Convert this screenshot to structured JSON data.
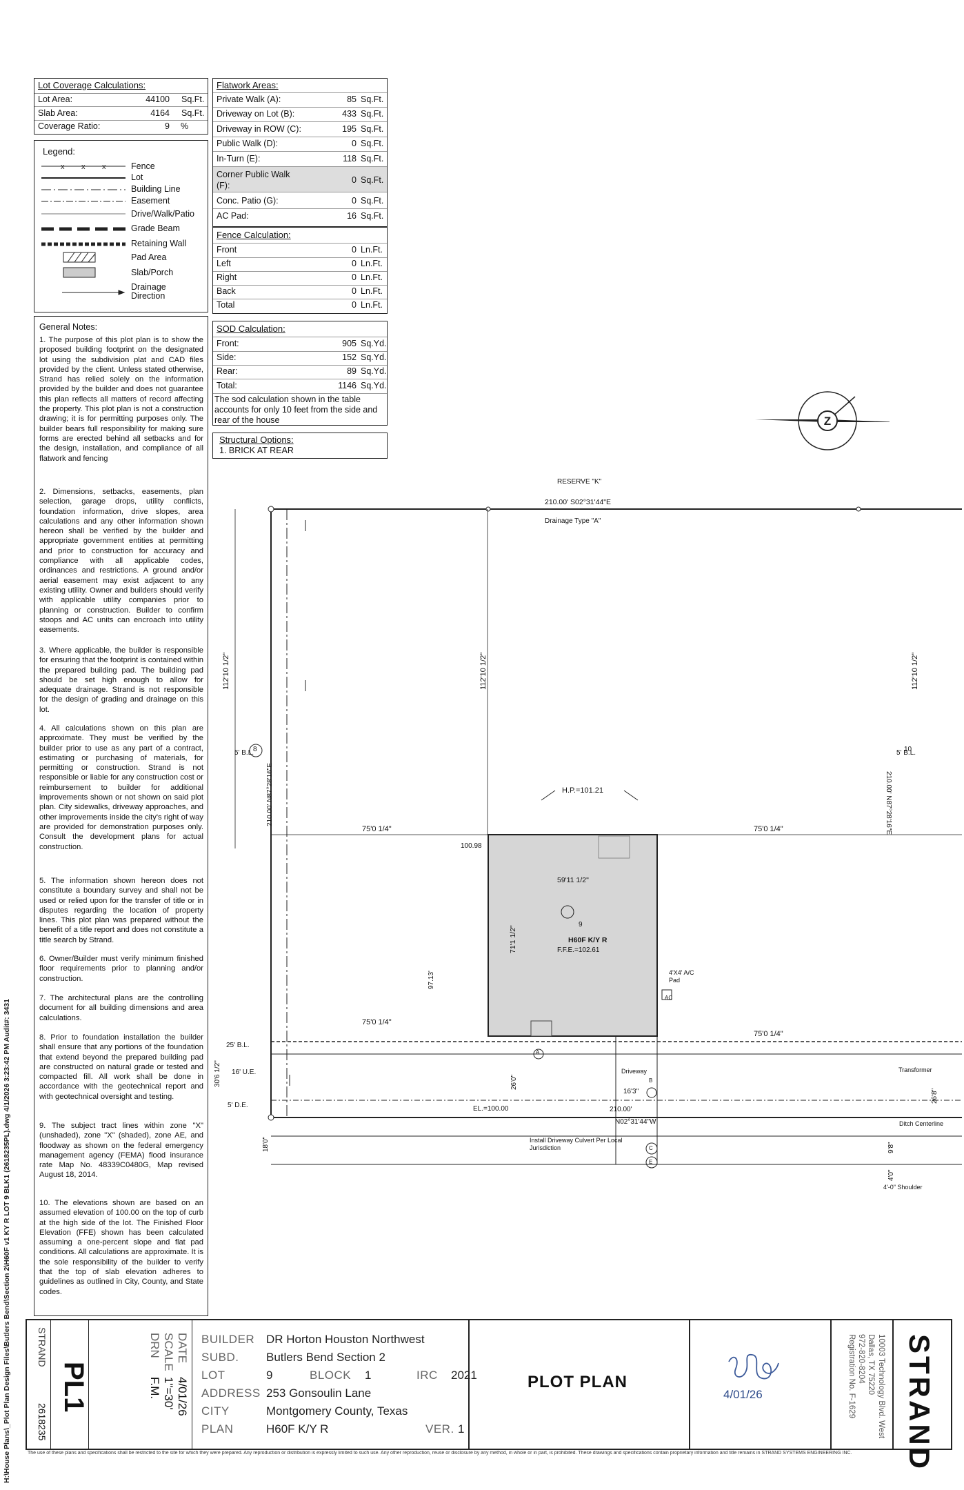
{
  "side_path": "H:\\House Plans\\_Plot Plan Design Files\\Butlers Bend\\Section 2\\H60F v1 KY R LOT 9 BLK1  (2618235PL).dwg 4/1/2026 3:23:42 PM  Audit#: 3431",
  "lot_coverage": {
    "title": "Lot Coverage Calculations:",
    "rows": [
      {
        "label": "Lot Area:",
        "value": "44100",
        "unit": "Sq.Ft."
      },
      {
        "label": "Slab Area:",
        "value": "4164",
        "unit": "Sq.Ft."
      },
      {
        "label": "Coverage Ratio:",
        "value": "9",
        "unit": "%"
      }
    ]
  },
  "flatwork": {
    "title": "Flatwork Areas:",
    "rows": [
      {
        "label": "Private Walk (A):",
        "value": "85",
        "unit": "Sq.Ft."
      },
      {
        "label": "Driveway on Lot (B):",
        "value": "433",
        "unit": "Sq.Ft."
      },
      {
        "label": "Driveway in ROW (C):",
        "value": "195",
        "unit": "Sq.Ft."
      },
      {
        "label": "Public Walk (D):",
        "value": "0",
        "unit": "Sq.Ft."
      },
      {
        "label": "In-Turn (E):",
        "value": "118",
        "unit": "Sq.Ft."
      },
      {
        "label": "Corner Public Walk (F):",
        "value": "0",
        "unit": "Sq.Ft."
      },
      {
        "label": "Conc. Patio (G):",
        "value": "0",
        "unit": "Sq.Ft."
      },
      {
        "label": "AC Pad:",
        "value": "16",
        "unit": "Sq.Ft."
      }
    ]
  },
  "legend": {
    "title": "Legend:",
    "items": [
      "Fence",
      "Lot",
      "Building Line",
      "Easement",
      "Drive/Walk/Patio",
      "Grade Beam",
      "Retaining Wall",
      "Pad Area",
      "Slab/Porch",
      "Drainage Direction"
    ]
  },
  "fence": {
    "title": "Fence Calculation:",
    "rows": [
      {
        "label": "Front",
        "value": "0",
        "unit": "Ln.Ft."
      },
      {
        "label": "Left",
        "value": "0",
        "unit": "Ln.Ft."
      },
      {
        "label": "Right",
        "value": "0",
        "unit": "Ln.Ft."
      },
      {
        "label": "Back",
        "value": "0",
        "unit": "Ln.Ft."
      },
      {
        "label": "Total",
        "value": "0",
        "unit": "Ln.Ft."
      }
    ]
  },
  "sod": {
    "title": "SOD Calculation:",
    "rows": [
      {
        "label": "Front:",
        "value": "905",
        "unit": "Sq.Yd."
      },
      {
        "label": "Side:",
        "value": "152",
        "unit": "Sq.Yd."
      },
      {
        "label": "Rear:",
        "value": "89",
        "unit": "Sq.Yd."
      },
      {
        "label": "Total:",
        "value": "1146",
        "unit": "Sq.Yd."
      }
    ],
    "note": "The sod calculation shown in the table accounts for only 10 feet from the side and rear of the house"
  },
  "structural": {
    "title": "Structural Options:",
    "item": "1. BRICK AT REAR"
  },
  "general_notes": {
    "title": "General Notes:",
    "notes": [
      "1. The purpose of this plot plan is to show the proposed building footprint on the designated lot using the subdivision plat and CAD files provided by the client. Unless stated otherwise, Strand has relied solely on the information provided by the builder and does not guarantee this plan reflects all matters of record affecting the property. This plot plan is not a construction drawing; it is for permitting purposes only. The builder bears full responsibility for making sure forms are erected behind all setbacks and for the design, installation, and compliance of all flatwork and fencing",
      "2. Dimensions, setbacks, easements, plan selection, garage drops, utility conflicts, foundation information, drive slopes, area calculations and any other information shown hereon shall be verified by the builder and appropriate government entities at permitting and prior to construction for accuracy and compliance with all applicable codes, ordinances and restrictions. A ground and/or aerial easement may exist adjacent to any existing utility. Owner and builders should verify with applicable utility companies prior to planning or construction. Builder to confirm stoops and AC units can encroach into utility easements.",
      "3. Where applicable, the builder is responsible for ensuring that the footprint is contained within the prepared building pad. The building pad should be set high enough to allow for adequate drainage. Strand is not responsible for the design of grading and drainage on this lot.",
      "4. All calculations shown on this plan are approximate. They must be verified by the builder prior to use as any part of a contract, estimating or purchasing of materials, for permitting or construction. Strand is not responsible or liable for any construction cost or reimbursement to builder for additional improvements shown or not shown on said plot plan. City sidewalks, driveway approaches, and other improvements inside the city's right of way are provided for demonstration purposes only. Consult the development plans for actual construction.",
      "5. The information shown hereon does not constitute a boundary survey and shall not be used or relied upon for the transfer of title or in disputes regarding the location of property lines. This plot plan was prepared without the benefit of a title report and does not constitute a title search by Strand.",
      "6. Owner/Builder must verify minimum finished floor requirements prior to planning and/or construction.",
      "7. The architectural plans are the controlling document for all building dimensions and area calculations.",
      "8. Prior to foundation installation the builder shall ensure that any portions of the foundation that extend beyond the prepared building pad are constructed on natural grade or tested and compacted fill. All work shall be done in accordance with the geotechnical report and with geotechnical oversight and testing.",
      "9. The subject tract lines within zone \"X\" (unshaded), zone \"X\" (shaded), zone AE, and floodway as shown on the federal emergency management agency (FEMA) flood insurance rate Map No. 48339C0480G, Map revised August 18, 2014.",
      "10. The elevations shown are based on an assumed elevation of 100.00 on the top of curb at the high side of the lot. The Finished Floor Elevation (FFE) shown has been calculated assuming a one-percent slope and flat pad conditions. All calculations are approximate. It is the sole responsibility of the builder to verify that the top of slab elevation adheres to guidelines as outlined in City, County, and State codes."
    ]
  },
  "plan_labels": {
    "reserve": "RESERVE \"K\"",
    "top_bearing": "210.00' S02°31'44\"E",
    "drainage": "Drainage Type \"A\"",
    "left_depth": "112'10 1/2\"",
    "center_depth": "112'10 1/2\"",
    "right_depth": "112'10 1/2\"",
    "left_bl": "5' B.L.",
    "right_bl": "5' B.L.",
    "lot_left": "8",
    "lot_right": "10",
    "left_side_bearing": "210.00' N87°28'16\"E",
    "right_side_bearing": "210.00' N87°28'16\"E",
    "hp": "H.P.=101.21",
    "left_setback_top": "75'0 1/4\"",
    "right_setback_top": "75'0 1/4\"",
    "corner_elev": "100.98",
    "house_width": "59'11 1/2\"",
    "house_depth": "71'1 1/2\"",
    "lot_number": "9",
    "plan_name": "H60F K/Y R",
    "ffe": "F.F.E.=102.61",
    "front_depth": "97.13'",
    "ac_pad": "4'X4' A/C Pad",
    "ac": "AC",
    "left_setback_bottom": "75'0 1/4\"",
    "right_setback_bottom": "75'0 1/4\"",
    "front_bl": "25' B.L.",
    "ue": "16' U.E.",
    "row_width": "30'6 1/2\"",
    "de": "5' D.E.",
    "walk_a": "A",
    "driveway_label": "Driveway",
    "driveway_b": "B",
    "drive_depth": "26'0\"",
    "drive_width": "16'3\"",
    "el": "EL.=100.00",
    "front_dim": "210.00'",
    "front_bearing": "N02°31'44\"W",
    "transformer": "Transformer",
    "right_row": "26'8\"",
    "ditch": "Ditch Centerline",
    "culvert": "Install Driveway Culvert Per Local Jurisdiction",
    "c_label": "C",
    "e_label": "E",
    "left_18": "18'0\"",
    "right_98": "9'8\"",
    "right_40": "4'0\"",
    "shoulder": "4'-0\" Shoulder"
  },
  "title_block": {
    "firm": "STRAND",
    "job_no": "2618235",
    "sheet": "PL1",
    "date_label": "DATE",
    "date": "4/01/26",
    "scale_label": "SCALE",
    "scale": "1\"=30'",
    "drn_label": "DRN",
    "drn": "F.M.",
    "builder_label": "BUILDER",
    "builder": "DR Horton Houston Northwest",
    "subd_label": "SUBD.",
    "subd": "Butlers Bend Section 2",
    "lot_label": "LOT",
    "lot": "9",
    "block_label": "BLOCK",
    "block": "1",
    "irc_label": "IRC",
    "irc": "2021",
    "address_label": "ADDRESS",
    "address": "253 Gonsoulin Lane",
    "city_label": "CITY",
    "city": "Montgomery County, Texas",
    "plan_label": "PLAN",
    "plan": "H60F K/Y R",
    "ver_label": "VER.",
    "ver": "1",
    "plot_plan": "PLOT PLAN",
    "sig_date": "4/01/26",
    "addr1": "10003 Technology Blvd. West",
    "addr2": "Dallas, TX 75220",
    "addr3": "972-820-8204",
    "addr4": "Registration No. F-1629",
    "logo": "STRAND"
  },
  "disclaimer": "The use of these plans and specifications shall be restricted to the site for which they were prepared. Any reproduction or distribution is expressly limited to such use. Any other reproduction, reuse or disclosure by any method, in whole or in part, is prohibited. These drawings and specifications contain proprietary information and title remains in STRAND SYSTEMS ENGINEERING INC."
}
